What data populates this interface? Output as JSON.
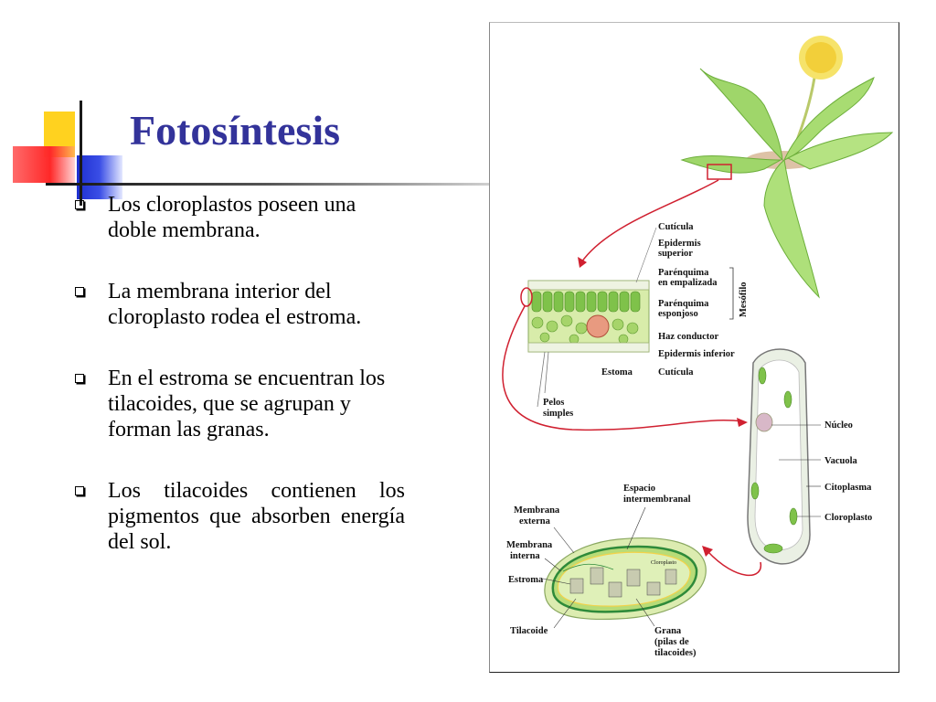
{
  "slide": {
    "title": "Fotosíntesis",
    "bullets": [
      "Los cloroplastos poseen una doble membrana.",
      "La membrana interior del cloroplasto rodea el estroma.",
      "En el estroma se encuentran los tilacoides, que se agrupan y forman las granas.",
      "Los tilacoides contienen los pigmentos que absorben energía del sol."
    ]
  },
  "figure": {
    "leaf_labels": {
      "cuticula_top": "Cutícula",
      "epidermis_superior_1": "Epidermis",
      "epidermis_superior_2": "superior",
      "parenquima_empalizada_1": "Parénquima",
      "parenquima_empalizada_2": "en empalizada",
      "parenquima_esponjoso_1": "Parénquima",
      "parenquima_esponjoso_2": "esponjoso",
      "mesofilo": "Mesófilo",
      "haz_conductor": "Haz conductor",
      "epidermis_inferior": "Epidermis inferior",
      "estoma": "Estoma",
      "cuticula_bottom": "Cutícula",
      "pelos_1": "Pelos",
      "pelos_2": "simples"
    },
    "cell_labels": {
      "nucleo": "Núcleo",
      "vacuola": "Vacuola",
      "citoplasma": "Citoplasma",
      "cloroplasto": "Cloroplasto"
    },
    "chloroplast_labels": {
      "espacio_1": "Espacio",
      "espacio_2": "intermembranal",
      "membrana_externa_1": "Membrana",
      "membrana_externa_2": "externa",
      "membrana_interna_1": "Membrana",
      "membrana_interna_2": "interna",
      "estroma": "Estroma",
      "tilacoide": "Tilacoide",
      "grana_1": "Grana",
      "grana_2": "(pilas de",
      "grana_3": "tilacoides)",
      "cloroplasto_small": "Cloroplasto"
    }
  }
}
